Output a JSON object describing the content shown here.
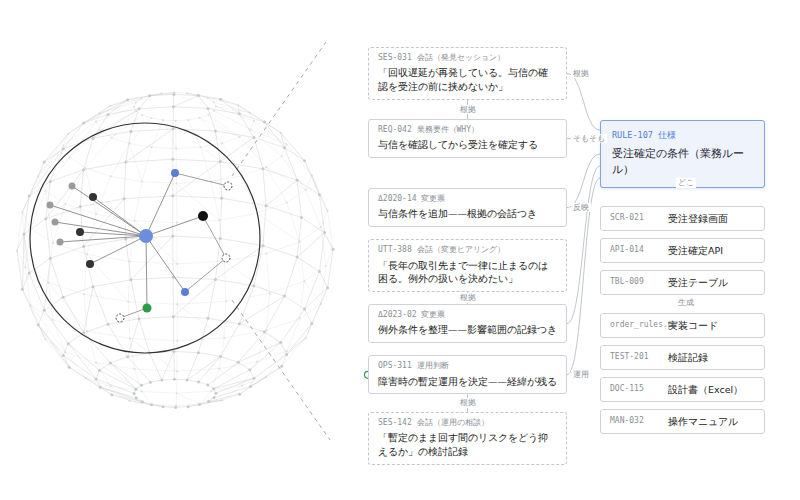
{
  "diagram": {
    "nodes": [
      {
        "text": [
          "SES-031 会話（発見セッション）",
          "「回収遅延が再発している。与信の確認を受注の前に挟めないか」"
        ]
      },
      {
        "text": [
          "REQ-042 業務要件（WHY）",
          "与信を確認してから受注を確定する"
        ]
      },
      {
        "text": [
          "Δ2020-14 変更票",
          "与信条件を追加——根拠の会話つき"
        ]
      },
      {
        "text": [
          "UTT-388 会話（変更ヒアリング）",
          "「長年の取引先まで一律に止まるのは困る。例外の扱いを決めたい」"
        ]
      },
      {
        "text": [
          "Δ2023-02 変更票",
          "例外条件を整理——影響範囲の記録つき"
        ]
      },
      {
        "text": [
          "OPS-311 運用判断",
          "障害時の暫定運用を決定——経緯が残る"
        ]
      },
      {
        "text": [
          "SES-142 会話（運用の相談）",
          "「暫定のまま回す間のリスクをどう抑えるか」の検討記録"
        ]
      },
      {
        "text": [
          "RULE-107 仕様",
          "受注確定の条件（業務ルール）"
        ]
      },
      {
        "text": [
          "SCR-021",
          "受注登録画面"
        ]
      },
      {
        "text": [
          "API-014",
          "受注確定API"
        ]
      },
      {
        "text": [
          "TBL-009",
          "受注テーブル"
        ]
      },
      {
        "text": [
          "order_rules.py",
          "実装コード"
        ]
      },
      {
        "text": [
          "TEST-201",
          "検証記録"
        ]
      },
      {
        "text": [
          "DOC-115",
          "設計書（Excel）"
        ]
      },
      {
        "text": [
          "MAN-032",
          "操作マニュアル"
        ]
      }
    ],
    "edges": [
      {
        "from": 0,
        "to": 1,
        "label": "根拠",
        "arrow": "none"
      },
      {
        "from": 3,
        "to": 4,
        "label": "根拠",
        "arrow": "none"
      },
      {
        "from": 5,
        "to": 6,
        "label": "根拠",
        "arrow": "none"
      },
      {
        "from": 0,
        "to": 7,
        "label": "根拠",
        "arrow": "none"
      },
      {
        "from": 1,
        "to": 7,
        "label": "そもそも",
        "arrow": "none"
      },
      {
        "from": 2,
        "to": 7,
        "label": "反映",
        "arrow": "none"
      },
      {
        "from": 4,
        "to": 7,
        "arrow": "none"
      },
      {
        "from": 5,
        "to": 7,
        "label": "運用",
        "arrow": "none"
      }
    ],
    "labels": [
      "どこ",
      "生成"
    ]
  }
}
